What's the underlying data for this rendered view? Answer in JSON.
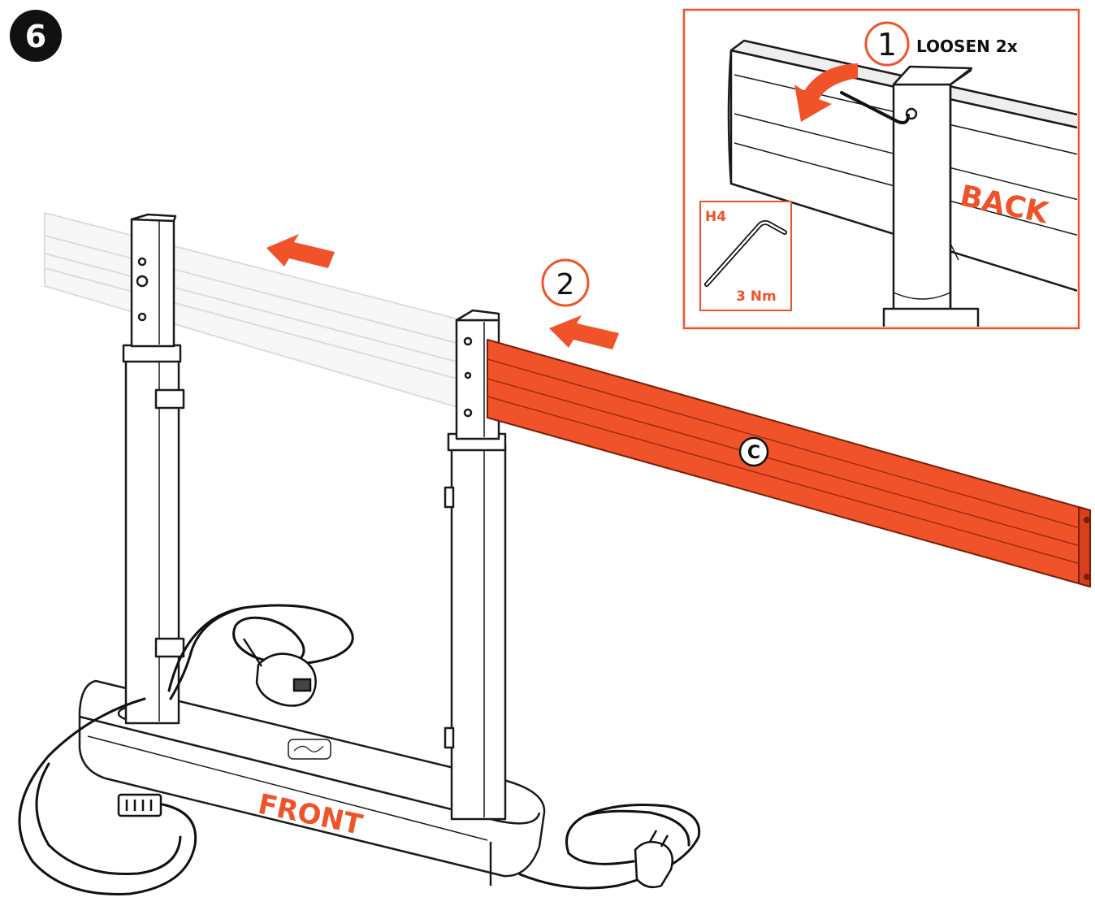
{
  "step": {
    "number": "6"
  },
  "inset": {
    "step1_number": "1",
    "step1_text": "LOOSEN 2x",
    "back_label": "BACK",
    "tool_name": "H4",
    "torque": "3 Nm",
    "step1_icon": "allen-key-icon",
    "rotation_icon": "curved-arrow-icon"
  },
  "main": {
    "step2_number": "2",
    "part_label": "C",
    "front_label": "FRONT",
    "arrow_icon": "slide-arrow-icon",
    "cable_plug_icon": "power-plug-icon",
    "rj45_icon": "rj45-connector-icon",
    "controller_icon": "hand-controller-icon"
  },
  "colors": {
    "accent": "#f0532a",
    "outline": "#1a1a1a",
    "ghost": "#d9d9d9"
  }
}
